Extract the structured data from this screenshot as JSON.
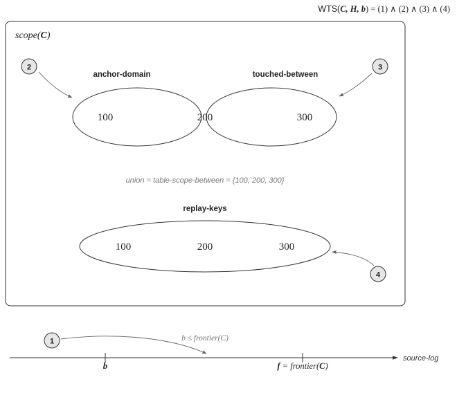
{
  "header": {
    "predicate_prefix": "WTS(",
    "predicate_args": "C, H, b",
    "predicate_rest": ")  =  (1) ∧ (2) ∧ (3) ∧ (4)"
  },
  "scope": {
    "label_fn": "scope(",
    "label_arg": "C",
    "label_close": ")"
  },
  "badges": {
    "one": "1",
    "two": "2",
    "three": "3",
    "four": "4"
  },
  "sets": {
    "anchor_domain": {
      "title": "anchor-domain",
      "only_value": "100"
    },
    "intersection_value": "200",
    "touched_between": {
      "title": "touched-between",
      "only_value": "300"
    },
    "union_text": "union = table-scope-between = {100, 200, 300}",
    "replay_keys": {
      "title": "replay-keys",
      "values": [
        "100",
        "200",
        "300"
      ]
    }
  },
  "timeline": {
    "condition": "b ≤ frontier(C)",
    "tick_b": "b",
    "tick_f_var": "f",
    "tick_f_eq": " = frontier(",
    "tick_f_arg": "C",
    "tick_f_close": ")",
    "axis_label": "source-log"
  },
  "colors": {
    "stroke": "#333333",
    "badge_fill": "#e6e6e6",
    "intersection_fill": "#e2e2e2",
    "muted_text": "#777777",
    "arrow": "#666666"
  }
}
